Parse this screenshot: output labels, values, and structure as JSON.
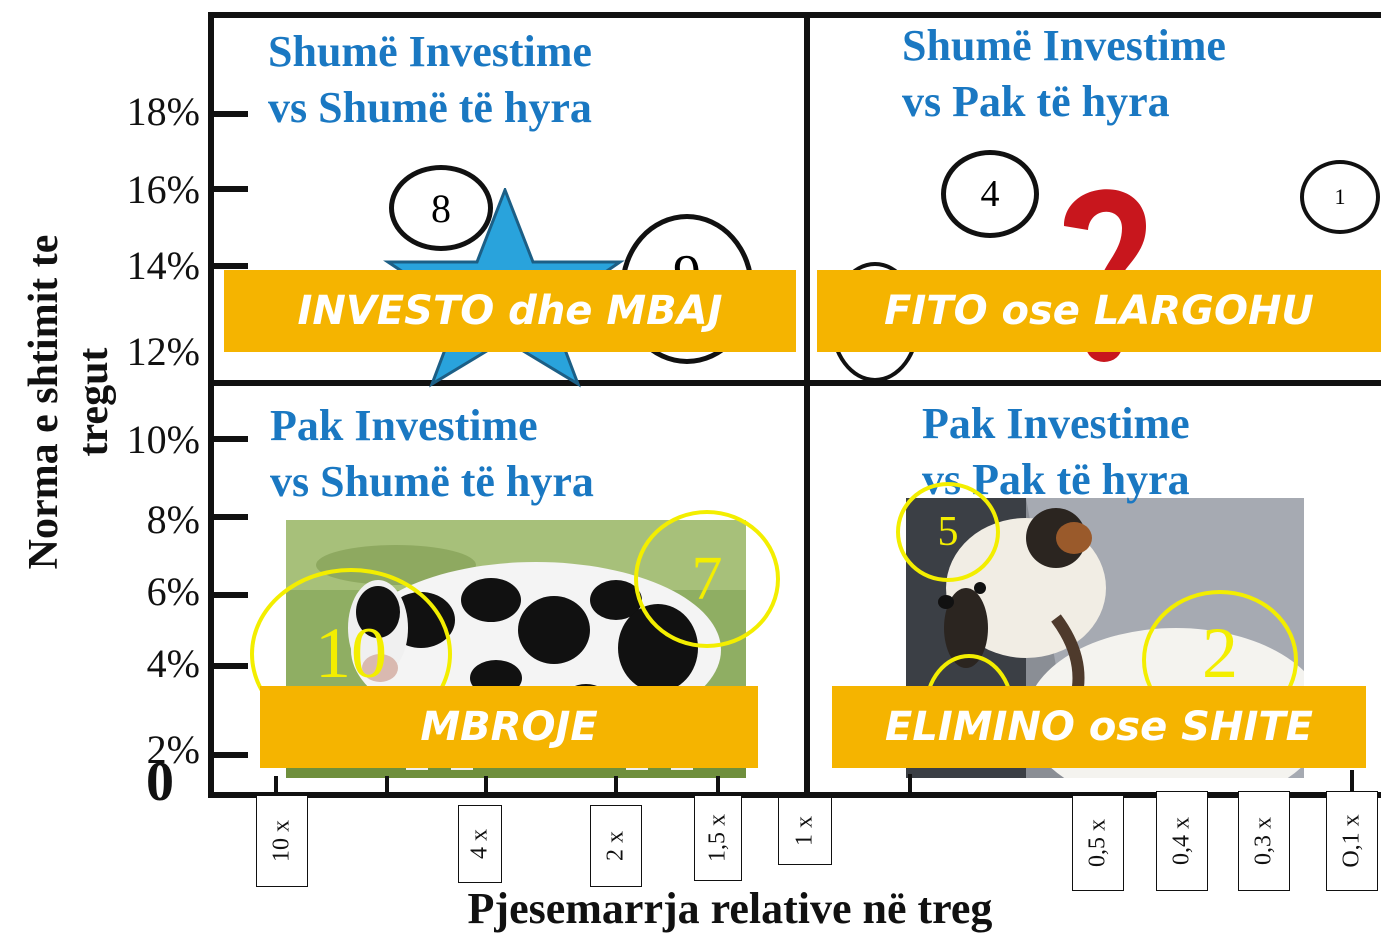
{
  "y_axis": {
    "title": "Norma e shtimit te tregut",
    "zero": "0",
    "ticks": [
      "18%",
      "16%",
      "14%",
      "12%",
      "10%",
      "8%",
      "6%",
      "4%",
      "2%"
    ]
  },
  "x_axis": {
    "title": "Pjesemarrja relative në treg",
    "ticks": [
      "10 x",
      "4 x",
      "2 x",
      "1,5 x",
      "1 x",
      "0,5 x",
      "0,4 x",
      "0,3 x",
      "O,1 x"
    ]
  },
  "quadrants": {
    "top_left": {
      "line1": "Shumë Investime",
      "line2": "vs Shumë të hyra",
      "action": "INVESTO dhe MBAJ"
    },
    "top_right": {
      "line1": "Shumë Investime",
      "line2": "vs Pak të hyra",
      "action": "FITO ose LARGOHU"
    },
    "bottom_left": {
      "line1": "Pak Investime",
      "line2": "vs Shumë të hyra",
      "action": "MBROJE"
    },
    "bottom_right": {
      "line1": "Pak Investime",
      "line2": "vs Pak të hyra",
      "action": "ELIMINO ose SHITE"
    }
  },
  "markers": {
    "star_circle": "8",
    "question_circle_a": "4",
    "question_circle_b": "1",
    "cow_circle_a": "10",
    "cow_circle_b": "7",
    "dog_circle_a": "5",
    "dog_circle_b": "2",
    "partial_star_circle": "9"
  },
  "icons": {
    "star": "star-icon",
    "question": "question-mark-icon",
    "cow": "cow-image",
    "dog": "dog-image"
  },
  "colors": {
    "title_blue": "#1a78c2",
    "banner_yellow": "#f5b400",
    "star_blue": "#29a3dc",
    "question_red": "#c8161d",
    "ring_yellow": "#f3ee00"
  }
}
